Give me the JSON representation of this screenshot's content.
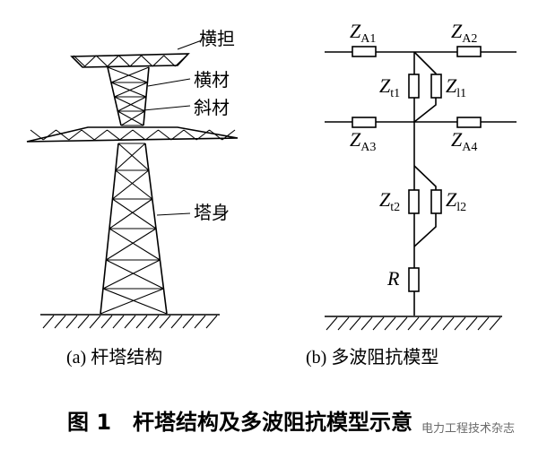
{
  "tower": {
    "label_crossarm": "横担",
    "label_horizontal": "横材",
    "label_diagonal": "斜材",
    "label_body": "塔身",
    "caption": "(a)  杆塔结构"
  },
  "circuit": {
    "za1": {
      "main": "Z",
      "sub": "A1"
    },
    "za2": {
      "main": "Z",
      "sub": "A2"
    },
    "za3": {
      "main": "Z",
      "sub": "A3"
    },
    "za4": {
      "main": "Z",
      "sub": "A4"
    },
    "zt1": {
      "main": "Z",
      "sub": "t1"
    },
    "zl1": {
      "main": "Z",
      "sub": "l1"
    },
    "zt2": {
      "main": "Z",
      "sub": "t2"
    },
    "zl2": {
      "main": "Z",
      "sub": "l2"
    },
    "r": "R",
    "caption": "(b)  多波阻抗模型"
  },
  "figure_title": "图 1　杆塔结构及多波阻抗模型示意",
  "watermark": "电力工程技术杂志"
}
